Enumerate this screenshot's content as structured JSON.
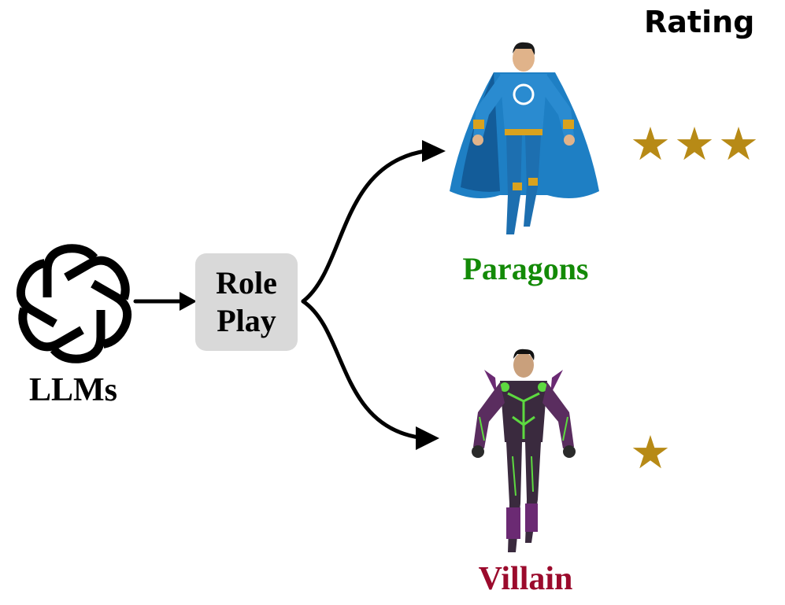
{
  "header": {
    "rating_title": "Rating"
  },
  "source": {
    "label": "LLMs",
    "icon": "openai-logo-icon"
  },
  "process": {
    "line1": "Role",
    "line2": "Play"
  },
  "outcomes": [
    {
      "label": "Paragons",
      "color": "#138a07",
      "rating_stars": "★★★",
      "rating_value": 3,
      "icon": "paragon-hero-figure"
    },
    {
      "label": "Villain",
      "color": "#9b0a2c",
      "rating_stars": "★",
      "rating_value": 1,
      "icon": "villain-figure"
    }
  ],
  "colors": {
    "star": "#b78a16",
    "box": "#d9d9d9",
    "arrow": "#000000"
  }
}
